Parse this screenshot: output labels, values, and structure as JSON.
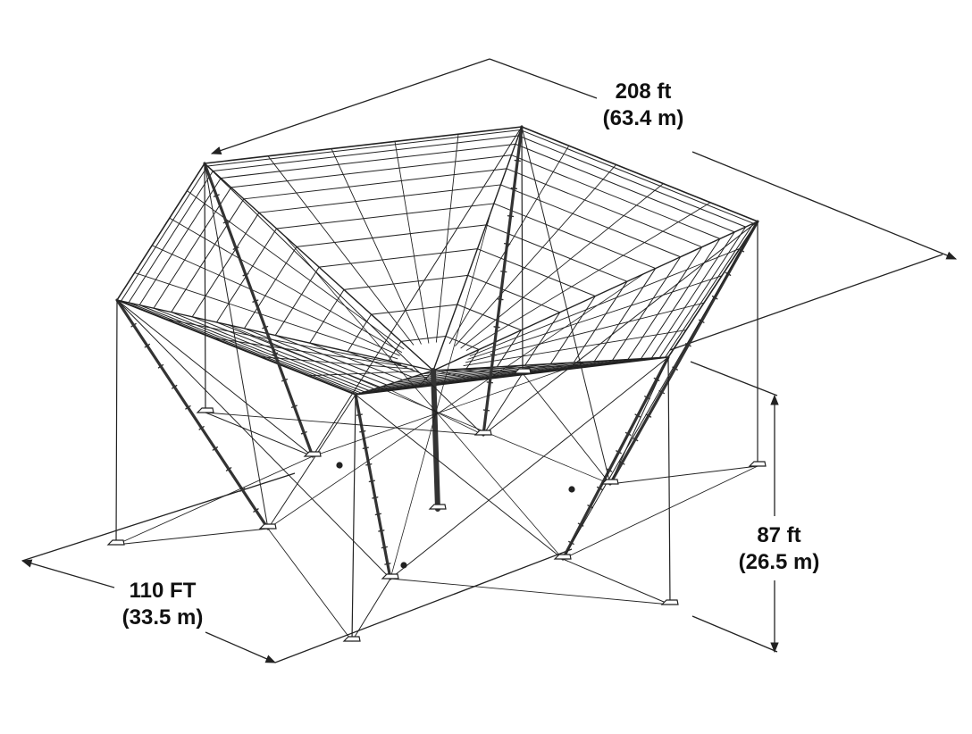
{
  "dimensions": {
    "width": {
      "value": "208 ft",
      "metric": "(63.4 m)"
    },
    "height": {
      "value": "87 ft",
      "metric": "(26.5 m)"
    },
    "depth": {
      "value": "110 FT",
      "metric": "(33.5 m)"
    }
  },
  "colors": {
    "ink": "#222222",
    "mast": "#333333",
    "background": "#ffffff"
  }
}
